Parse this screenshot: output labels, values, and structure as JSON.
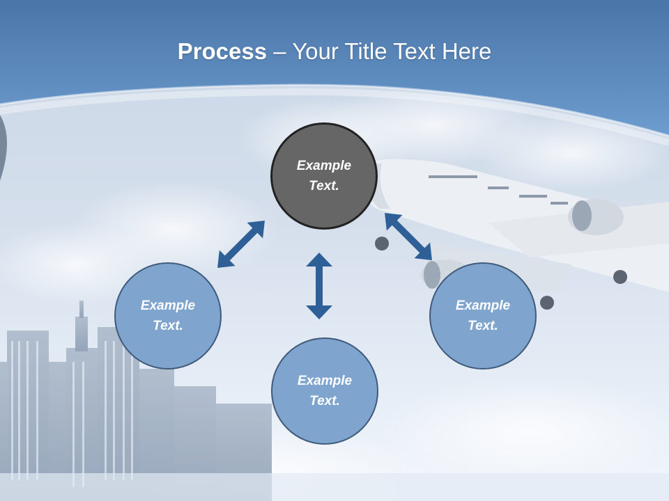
{
  "slide": {
    "title_bold": "Process",
    "title_rest": " – Your Title Text Here"
  },
  "diagram": {
    "nodes": {
      "top": "Example\nText.",
      "left": "Example\nText.",
      "bottom": "Example\nText.",
      "right": "Example\nText."
    },
    "colors": {
      "header_band": "#5a88bd",
      "node_fill": "#7fa5cf",
      "center_node_fill": "#666666",
      "arrow": "#2e5f96"
    }
  }
}
